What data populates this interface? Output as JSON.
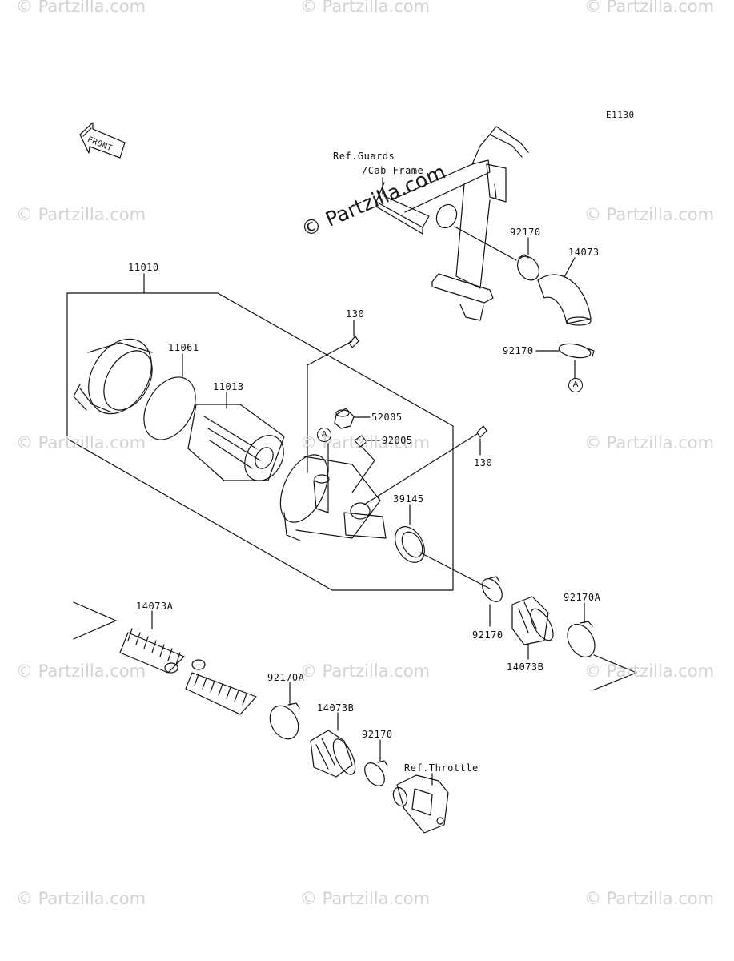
{
  "diagram_code": "E1130",
  "watermark": "© Partzilla.com",
  "front_label": "FRONT",
  "ref_labels": {
    "guards_line1": "Ref.Guards",
    "guards_line2": "/Cab Frame",
    "throttle": "Ref.Throttle"
  },
  "marker": "A",
  "parts": {
    "p11010": "11010",
    "p11061": "11061",
    "p11013": "11013",
    "p130_top": "130",
    "p130_right": "130",
    "p52005": "52005",
    "p92005": "92005",
    "p39145": "39145",
    "p92170_top": "92170",
    "p14073": "14073",
    "p92170_mid": "92170",
    "p92170_lower": "92170",
    "p92170A_right": "92170A",
    "p14073B_right": "14073B",
    "p14073A": "14073A",
    "p92170A_bottom": "92170A",
    "p14073B_bottom": "14073B",
    "p92170_bottom": "92170"
  }
}
